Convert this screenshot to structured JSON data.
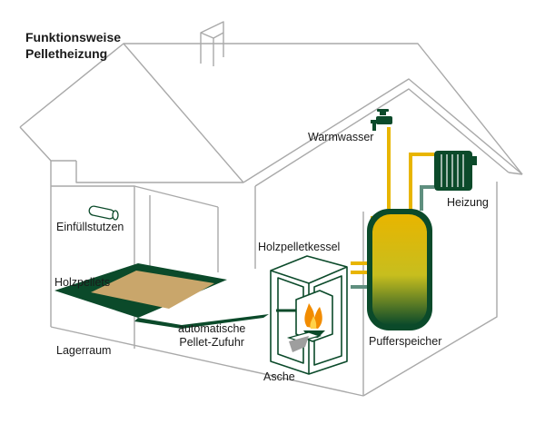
{
  "title": {
    "line1": "Funktionsweise",
    "line2": "Pelletheizung"
  },
  "labels": {
    "warmwasser": "Warmwasser",
    "heizung": "Heizung",
    "einfuellstutzen": "Einfüllstutzen",
    "holzpelletkessel": "Holzpelletkessel",
    "holzpellets": "Holzpellets",
    "zufuhr_line1": "automatische",
    "zufuhr_line2": "Pellet-Zufuhr",
    "pufferspeicher": "Pufferspeicher",
    "lagerraum": "Lagerraum",
    "asche": "Asche"
  },
  "colors": {
    "outline": "#a9a9a9",
    "dark_green": "#0b4a2a",
    "hot_water": "#e8b500",
    "return_water": "#5f8f7f",
    "pellets": "#c9a66b",
    "flame": "#f28c00"
  },
  "icons": [
    "faucet-icon",
    "radiator-icon",
    "flame-icon",
    "filler-pipe-icon"
  ]
}
